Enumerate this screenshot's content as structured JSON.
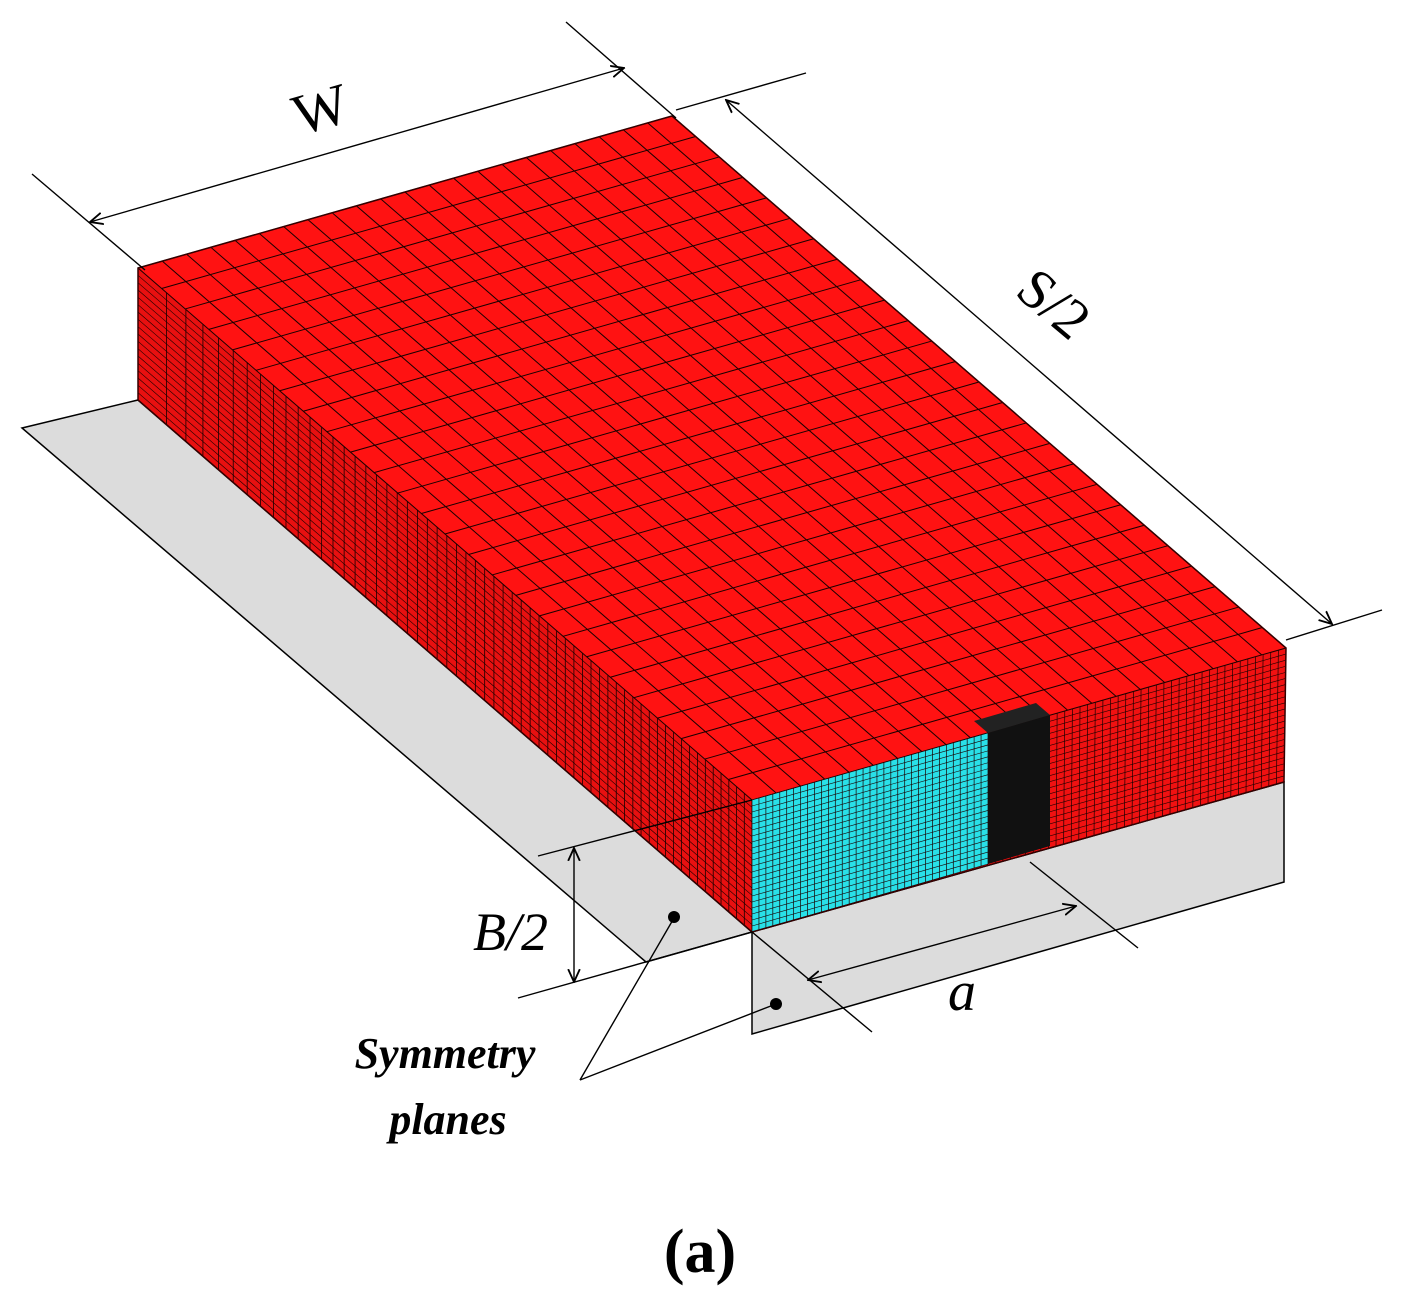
{
  "diagram": {
    "labels": {
      "width": "W",
      "half_span": "S/2",
      "half_thickness": "B/2",
      "crack_length": "a",
      "symmetry_line1": "Symmetry",
      "symmetry_line2": "planes"
    },
    "caption": "(a)",
    "colors": {
      "mesh_body": "#ff1212",
      "mesh_lines": "#1a0000",
      "crack_region": "#29e0e8",
      "notch": "#111111",
      "symmetry_plane": "#dcdcdc",
      "dimension_lines": "#000000"
    }
  }
}
